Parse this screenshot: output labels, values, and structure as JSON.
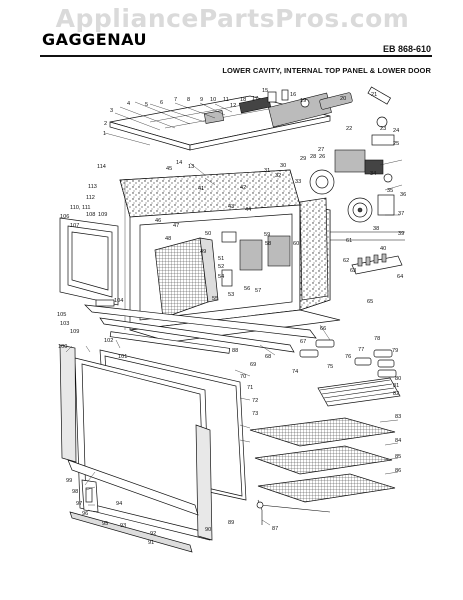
{
  "watermark": "AppliancePartsPros.com",
  "header": {
    "brand": "GAGGENAU",
    "model": "EB 868-610",
    "subtitle": "LOWER CAVITY, INTERNAL TOP PANEL & LOWER DOOR"
  },
  "callouts": [
    "1",
    "2",
    "3",
    "4",
    "5",
    "6",
    "7",
    "8",
    "9",
    "10",
    "11",
    "12",
    "13",
    "14",
    "15",
    "16",
    "17",
    "18",
    "19",
    "20",
    "21",
    "22",
    "23",
    "24",
    "25",
    "26",
    "27",
    "28",
    "29",
    "30",
    "31",
    "32",
    "33",
    "34",
    "35",
    "36",
    "37",
    "38",
    "39",
    "40",
    "41",
    "42",
    "43",
    "44",
    "45",
    "46",
    "47",
    "48",
    "49",
    "50",
    "51",
    "52",
    "53",
    "54",
    "55",
    "56",
    "57",
    "58",
    "59",
    "60",
    "61",
    "62",
    "63",
    "64",
    "65",
    "66",
    "67",
    "68",
    "69",
    "70",
    "71",
    "72",
    "73",
    "74",
    "75",
    "76",
    "77",
    "78",
    "79",
    "80",
    "81",
    "82",
    "83",
    "84",
    "85",
    "86",
    "87",
    "88",
    "89",
    "90",
    "91",
    "92",
    "93",
    "94",
    "95",
    "96",
    "97",
    "98",
    "99",
    "100",
    "101",
    "102",
    "103",
    "104",
    "105",
    "106",
    "107",
    "108",
    "109",
    "110, 111",
    "112",
    "113",
    "114"
  ]
}
